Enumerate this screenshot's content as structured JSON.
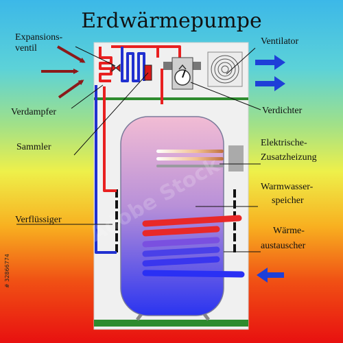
{
  "title": "Erdwärmepumpe",
  "labels": {
    "expansion_line1": "Expansions-",
    "expansion_line2": "ventil",
    "verdampfer": "Verdampfer",
    "sammler": "Sammler",
    "verfluessiger": "Verflüssiger",
    "ventilator": "Ventilator",
    "verdichter": "Verdichter",
    "heizung_line1": "Elektrische-",
    "heizung_line2": "Zusatzheizung",
    "speicher_line1": "Warmwasser-",
    "speicher_line2": "speicher",
    "tauscher_line1": "Wärme-",
    "tauscher_line2": "austauscher"
  },
  "watermark": {
    "id": "# 32866774",
    "brand": "Adobe Stock"
  },
  "colors": {
    "hot_pipe": "#e8201c",
    "cold_pipe": "#2030d0",
    "inflow_arrow": "#8b1a1a",
    "outflow_arrow": "#1e3fd8",
    "cabinet": "#f0f0f0",
    "base": "#2e8b2e"
  },
  "icons": [
    "inflow-arrow-icon",
    "outflow-arrow-icon",
    "fan-icon",
    "compressor-icon",
    "expansion-valve-icon"
  ]
}
